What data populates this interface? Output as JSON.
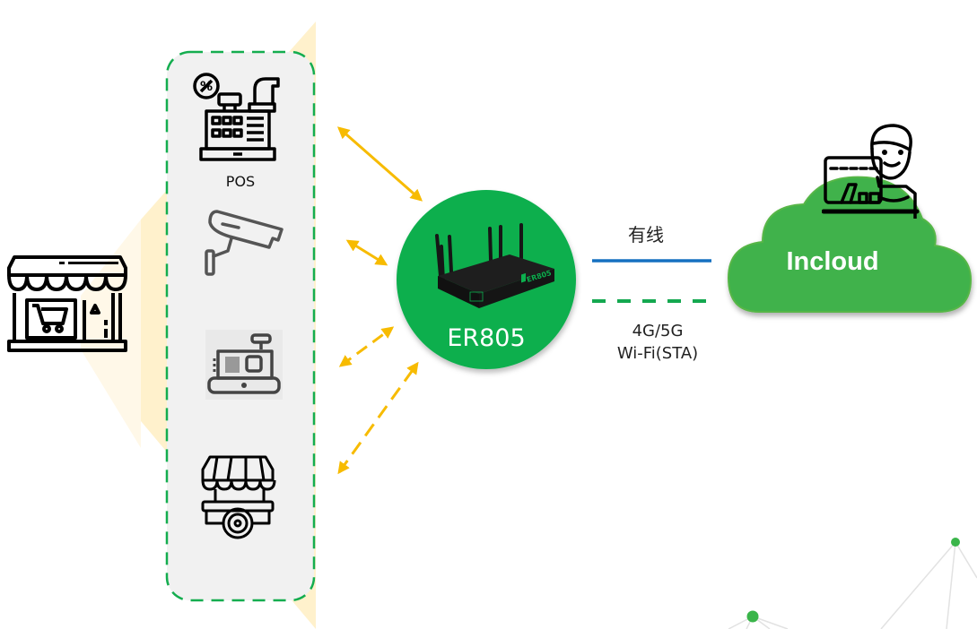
{
  "devices": {
    "pos_label": "POS",
    "items": [
      {
        "icon": "cash-register-icon",
        "label": "POS"
      },
      {
        "icon": "cctv-camera-icon"
      },
      {
        "icon": "receipt-printer-icon"
      },
      {
        "icon": "food-cart-icon"
      }
    ]
  },
  "store": {
    "icon": "shop-icon"
  },
  "router": {
    "label": "ER805",
    "device_mark": "ER805"
  },
  "links": {
    "wired_label": "有线",
    "wireless_line1": "4G/5G",
    "wireless_line2": "Wi-Fi(STA)"
  },
  "cloud": {
    "label": "Incloud",
    "icon": "user-at-computer-icon"
  },
  "colors": {
    "router_green": "#0caf4e",
    "cloud_green": "#3fb24b",
    "arrow_yellow": "#f7bb00",
    "wired_blue": "#1570c0",
    "wireless_green": "#14a850",
    "panel_gray": "#f1f1f1",
    "funnel_yellow": "#fff0cc",
    "funnel_light": "#fff7e6"
  }
}
